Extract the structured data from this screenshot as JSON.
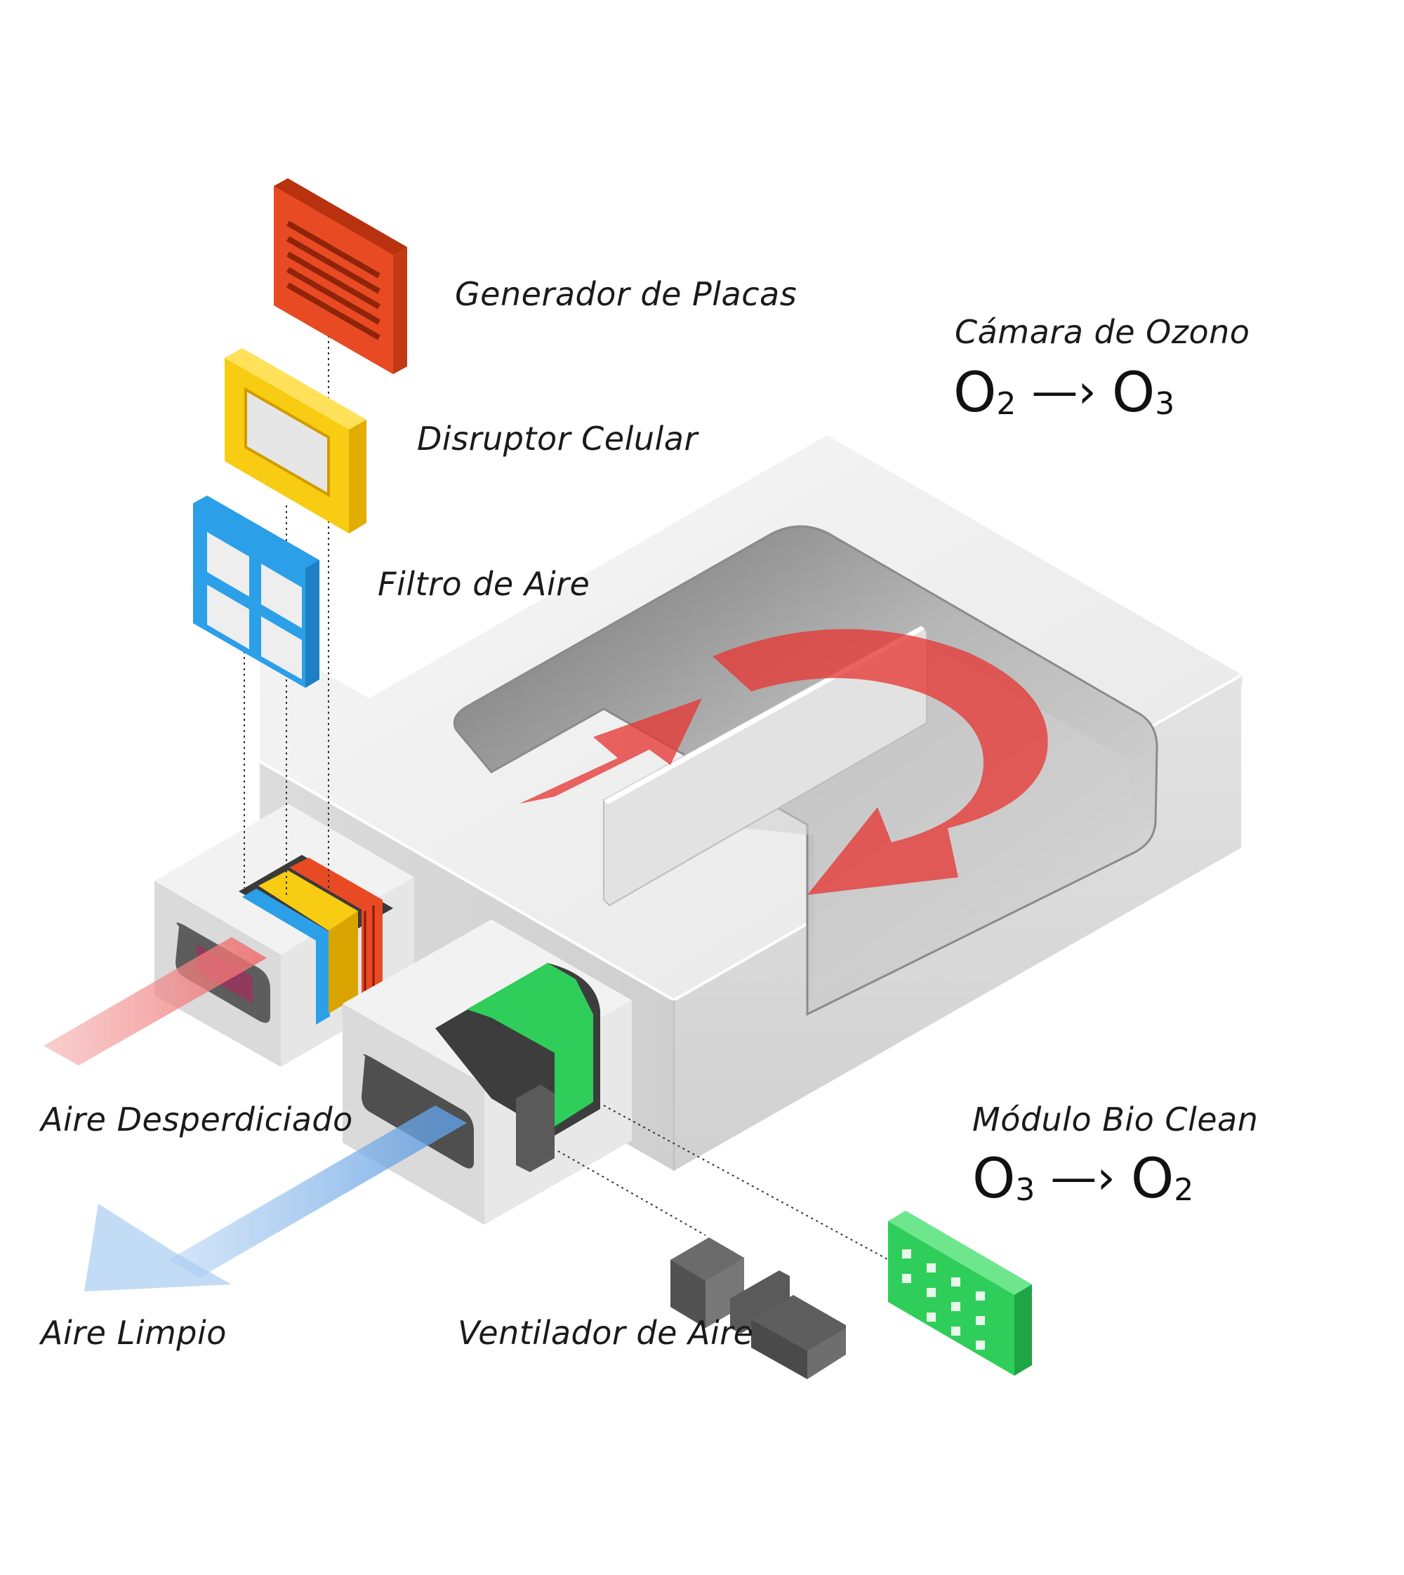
{
  "labels": {
    "plate_generator": "Generador de Placas",
    "cell_disruptor": "Disruptor Celular",
    "air_filter": "Filtro de Aire",
    "ozone_chamber": "Cámara de Ozono",
    "waste_air": "Aire Desperdiciado",
    "clean_air": "Aire Limpio",
    "air_fan": "Ventilador de Aire",
    "bio_clean_module": "Módulo Bio Clean"
  },
  "formulas": {
    "ozone_chamber": {
      "left": "O",
      "left_sub": "2",
      "arrow": "—›",
      "right": "O",
      "right_sub": "3"
    },
    "bio_clean": {
      "left": "O",
      "left_sub": "3",
      "arrow": "—›",
      "right": "O",
      "right_sub": "2"
    }
  },
  "colors": {
    "plate_generator": "#e84a24",
    "cell_disruptor": "#f7cc12",
    "air_filter": "#2b9fe8",
    "bio_clean_module": "#2fce5a",
    "fan": "#5a5a5a",
    "housing": "#ececec",
    "flow_arrow": "#e53935",
    "waste_air_arrow": "#f4a6a6",
    "clean_air_arrow": "#a9cdf2"
  },
  "icons": [
    "plate-generator-icon",
    "cell-disruptor-icon",
    "air-filter-icon",
    "fan-icon",
    "bio-clean-module-icon"
  ]
}
